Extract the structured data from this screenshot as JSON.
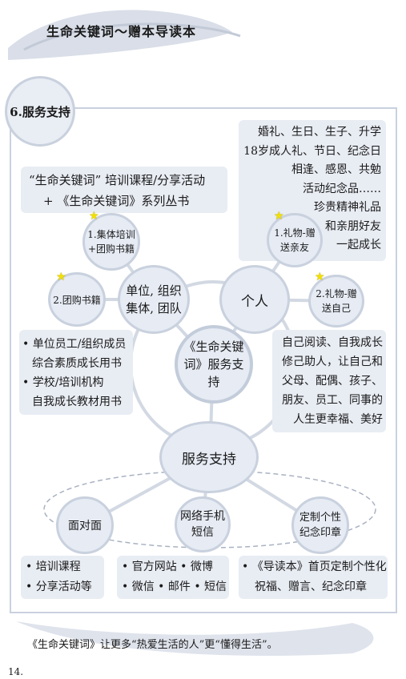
{
  "header": {
    "title": "生命关键词～赠本导读本"
  },
  "section": {
    "title": "6.服务支持"
  },
  "nodes": {
    "center": "《生命关键词》服务支持",
    "org": "单位, 组织集体, 团队",
    "personal": "个人",
    "service": "服务支持",
    "group_training": "1.集体培训+团购书籍",
    "group_buy": "2.团购书籍",
    "gift_friends": "1.礼物-赠送亲友",
    "gift_self": "2.礼物-赠送自己",
    "face": "面对面",
    "network": "网络手机短信",
    "custom": "定制个性纪念印章"
  },
  "notes": {
    "courses": [
      "“生命关键词” 培训课程/分享活动",
      "+ 《生命关键词》系列丛书"
    ],
    "occasions": [
      "婚礼、生日、生子、升学",
      "18岁成人礼、节日、纪念日",
      "相逢、感恩、共勉",
      "活动纪念品……",
      "珍贵精神礼品",
      "和亲朋好友",
      "一起成长"
    ],
    "org_users": [
      "• 单位员工/组织成员",
      "综合素质成长用书",
      "• 学校/培训机构",
      "自我成长教材用书"
    ],
    "self_growth": [
      "自己阅读、自我成长",
      "修己助人，让自己和",
      "父母、配偶、孩子、",
      "朋友、员工、同事的",
      "人生更幸福、美好"
    ],
    "face_items": [
      "• 培训课程",
      "• 分享活动等"
    ],
    "online_items": [
      "• 官方网站 • 微博",
      "• 微信 • 邮件 • 短信"
    ],
    "custom_items": [
      "• 《导读本》首页定制个性化",
      "祝福、赠言、纪念印章"
    ]
  },
  "footer": {
    "slogan": "《生命关键词》让更多“热爱生活的人”更“懂得生活”。",
    "page_number": "14."
  },
  "colors": {
    "circle_fill": "#e6ebf4",
    "circle_border": "#c9d1de",
    "star": "#f2e000"
  }
}
